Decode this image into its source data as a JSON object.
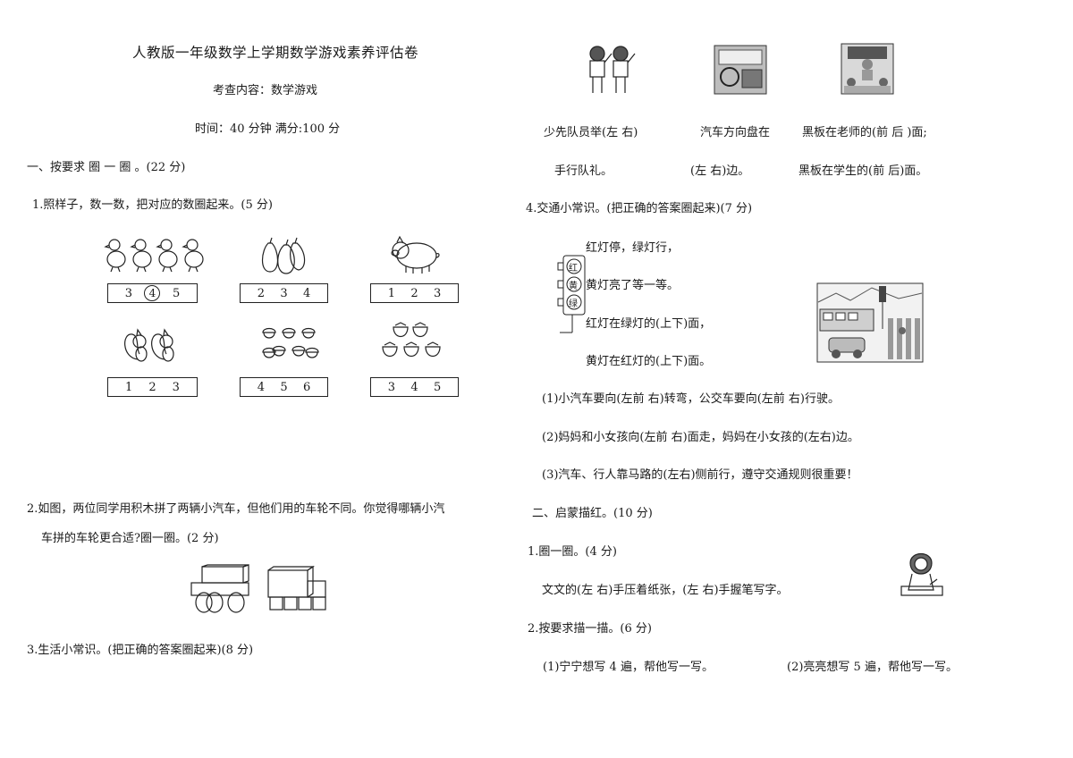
{
  "header": {
    "title": "人教版一年级数学上学期数学游戏素养评估卷",
    "subtitle": "考查内容：数学游戏",
    "time_line": "时间：40 分钟   满分:100 分"
  },
  "section1": {
    "heading": "一、按要求 圈 一 圈 。(22 分)",
    "q1": {
      "text": "1.照样子，数一数，把对应的数圈起来。(5 分)",
      "groups": [
        {
          "icon": "chick-icon",
          "numbers": [
            "3",
            "4",
            "5"
          ],
          "circled": "4"
        },
        {
          "icon": "pear-icon",
          "numbers": [
            "2",
            "3",
            "4"
          ],
          "circled": ""
        },
        {
          "icon": "pig-icon",
          "numbers": [
            "1",
            "2",
            "3"
          ],
          "circled": ""
        },
        {
          "icon": "squirrel-icon",
          "numbers": [
            "1",
            "2",
            "3"
          ],
          "circled": ""
        },
        {
          "icon": "acorn-icon",
          "numbers": [
            "4",
            "5",
            "6"
          ],
          "circled": ""
        },
        {
          "icon": "strawberry-icon",
          "numbers": [
            "3",
            "4",
            "5"
          ],
          "circled": ""
        }
      ]
    },
    "q2": {
      "line1": "2.如图，两位同学用积木拼了两辆小汽车，但他们用的车轮不同。你觉得哪辆小汽",
      "line2": "车拼的车轮更合适?圈一圈。(2 分)"
    },
    "q3": {
      "text": "3.生活小常识。(把正确的答案圈起来)(8 分)"
    }
  },
  "right": {
    "life": {
      "c1_l1": "少先队员举(左  右)",
      "c1_l2": "手行队礼。",
      "c2_l1": "汽车方向盘在",
      "c2_l2": "(左    右)边。",
      "c3_l1": "黑板在老师的(前  后 )面;",
      "c3_l2": "黑板在学生的(前  后)面。"
    },
    "q4": {
      "text": "4.交通小常识。(把正确的答案圈起来)(7 分)",
      "light_chars": [
        "红",
        "黄",
        "绿"
      ],
      "poem": [
        "红灯停，绿灯行，",
        "黄灯亮了等一等。",
        "红灯在绿灯的(上下)面，",
        "黄灯在红灯的(上下)面。"
      ],
      "items": [
        "(1)小汽车要向(左前  右)转弯，公交车要向(左前  右)行驶。",
        "(2)妈妈和小女孩向(左前  右)面走，妈妈在小女孩的(左右)边。",
        "(3)汽车、行人靠马路的(左右)侧前行，遵守交通规则很重要！"
      ]
    },
    "section2": {
      "heading": "二、启蒙描红。(10 分)",
      "q1_text": "1.圈一圈。(4 分)",
      "q1_line": "文文的(左     右)手压着纸张，(左     右)手握笔写字。",
      "q2_text": "2.按要求描一描。(6 分)",
      "q2_a": "(1)宁宁想写 4 遍，帮他写一写。",
      "q2_b": "(2)亮亮想写 5 遍，帮他写一写。"
    }
  }
}
